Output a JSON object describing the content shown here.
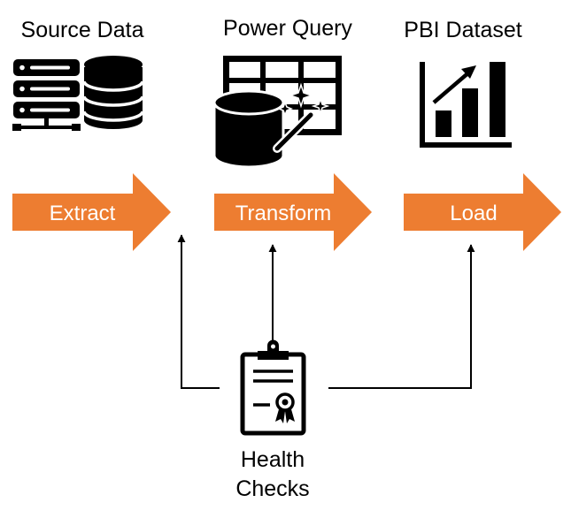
{
  "colors": {
    "accent": "#ED7D31",
    "icon": "#000000",
    "background": "#ffffff",
    "arrow_text": "#ffffff"
  },
  "stages": [
    {
      "title": "Source Data",
      "icon": "server-database-icon",
      "step": "Extract"
    },
    {
      "title": "Power Query",
      "icon": "table-database-magic-wand-icon",
      "step": "Transform"
    },
    {
      "title": "PBI Dataset",
      "icon": "bar-chart-trend-icon",
      "step": "Load"
    }
  ],
  "health_checks": {
    "icon": "clipboard-certificate-icon",
    "label_line1": "Health",
    "label_line2": "Checks"
  }
}
